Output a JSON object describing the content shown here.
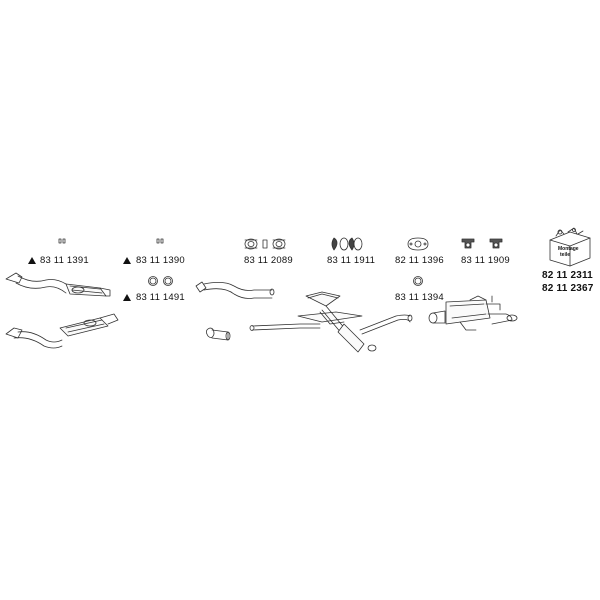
{
  "parts": {
    "front_pipe_upper": "83 11 1391",
    "front_pipe_lower_a": "83 11 1390",
    "front_pipe_lower_b": "83 11 1491",
    "clamps": "83 11 2089",
    "hangers": "83 11 1911",
    "gasket": "82 11 1396",
    "gasket_lower": "83 11 1394",
    "mounts": "83 11 1909",
    "kit_a": "82 11 2311",
    "kit_b": "82 11 2367"
  },
  "kit_box": {
    "line1": "Montage",
    "line2": "teile"
  }
}
